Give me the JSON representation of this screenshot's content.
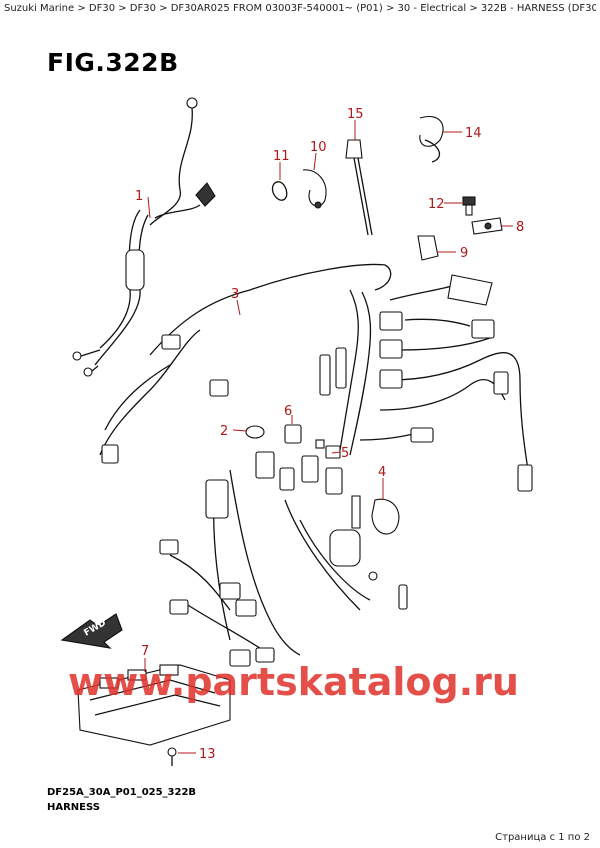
{
  "breadcrumb": "Suzuki Marine > DF30 > DF30 > DF30AR025 FROM 03003F-540001~ (P01) > 30 - Electrical > 322B - HARNESS (DF30AR)",
  "figure_title": "FIG.322B",
  "callouts": {
    "c1": "1",
    "c2": "2",
    "c3": "3",
    "c4": "4",
    "c5": "5",
    "c6": "6",
    "c7": "7",
    "c8": "8",
    "c9": "9",
    "c10": "10",
    "c11": "11",
    "c12": "12",
    "c13": "13",
    "c14": "14",
    "c15": "15"
  },
  "fwd_label": "FWD",
  "watermark": "www.partskatalog.ru",
  "footer": {
    "code": "DF25A_30A_P01_025_322B",
    "name": "HARNESS"
  },
  "page_info": "Страница с 1 по 2",
  "colors": {
    "callout": "#b01818",
    "watermark": "#e0312b"
  }
}
